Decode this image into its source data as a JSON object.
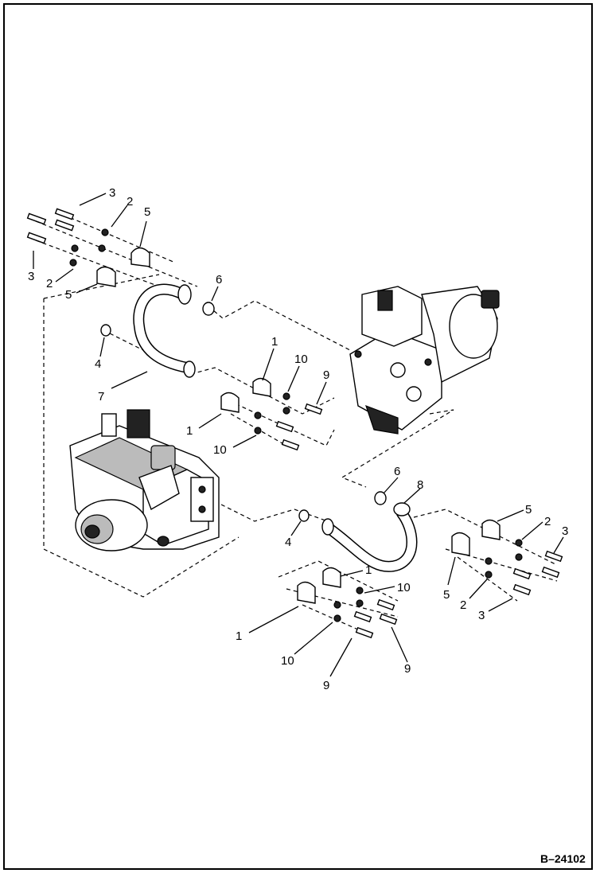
{
  "figure_number": "B–24102",
  "callouts": [
    {
      "id": "c3a",
      "text": "3"
    },
    {
      "id": "c2a",
      "text": "2"
    },
    {
      "id": "c5a",
      "text": "5"
    },
    {
      "id": "c3b",
      "text": "3"
    },
    {
      "id": "c2b",
      "text": "2"
    },
    {
      "id": "c5b",
      "text": "5"
    },
    {
      "id": "c6a",
      "text": "6"
    },
    {
      "id": "c4a",
      "text": "4"
    },
    {
      "id": "c7",
      "text": "7"
    },
    {
      "id": "c1a",
      "text": "1"
    },
    {
      "id": "c10a",
      "text": "10"
    },
    {
      "id": "c9a",
      "text": "9"
    },
    {
      "id": "c1b",
      "text": "1"
    },
    {
      "id": "c10b",
      "text": "10"
    },
    {
      "id": "c6b",
      "text": "6"
    },
    {
      "id": "c8",
      "text": "8"
    },
    {
      "id": "c4b",
      "text": "4"
    },
    {
      "id": "c5c",
      "text": "5"
    },
    {
      "id": "c2c",
      "text": "2"
    },
    {
      "id": "c3c",
      "text": "3"
    },
    {
      "id": "c1c",
      "text": "1"
    },
    {
      "id": "c10c",
      "text": "10"
    },
    {
      "id": "c5d",
      "text": "5"
    },
    {
      "id": "c2d",
      "text": "2"
    },
    {
      "id": "c3d",
      "text": "3"
    },
    {
      "id": "c1d",
      "text": "1"
    },
    {
      "id": "c10d",
      "text": "10"
    },
    {
      "id": "c9b",
      "text": "9"
    },
    {
      "id": "c9c",
      "text": "9"
    }
  ],
  "components": {
    "pump": "hydrostatic-pump",
    "motor": "hydraulic-motor",
    "upper_hose": "hose-7",
    "lower_hose": "hose-8"
  }
}
